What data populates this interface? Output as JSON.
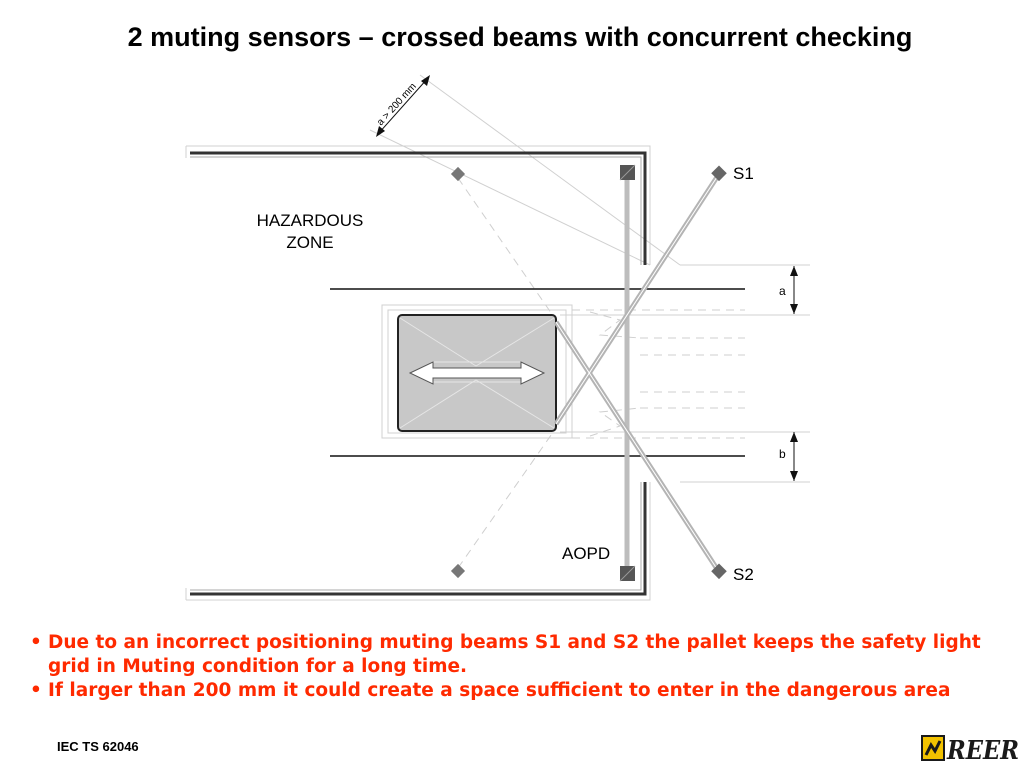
{
  "title": "2 muting sensors – crossed beams with concurrent checking",
  "diagram": {
    "hazard_label_line1": "HAZARDOUS",
    "hazard_label_line2": "ZONE",
    "sensor_s1": "S1",
    "sensor_s2": "S2",
    "aopd": "AOPD",
    "dim_a": "a",
    "dim_b": "b",
    "dim_note": "a > 200 mm"
  },
  "bullets": [
    "Due to an incorrect positioning muting beams S1 and S2 the pallet keeps the safety light grid in Muting condition for a long time.",
    "If larger than 200 mm it could create a space sufficient to enter in the dangerous area"
  ],
  "footer": {
    "standard": "IEC TS 62046"
  },
  "logo": {
    "text": "REER",
    "color": "#1a1a1a",
    "mark_color": "#f2c200"
  },
  "colors": {
    "bullet_text": "#ff2a00",
    "beam": "#b4b4b4",
    "pallet": "#c8c8c8"
  }
}
